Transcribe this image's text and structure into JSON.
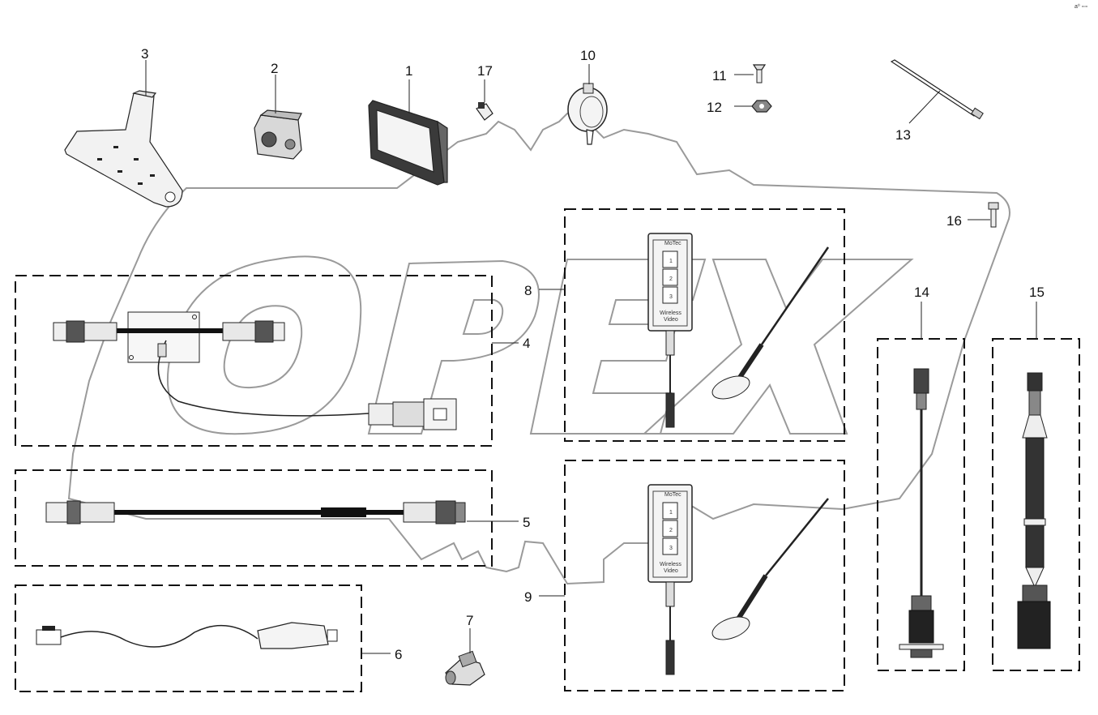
{
  "callouts": {
    "c1": "1",
    "c2": "2",
    "c3": "3",
    "c4": "4",
    "c5": "5",
    "c6": "6",
    "c7": "7",
    "c8": "8",
    "c9": "9",
    "c10": "10",
    "c11": "11",
    "c12": "12",
    "c13": "13",
    "c14": "14",
    "c15": "15",
    "c16": "16",
    "c17": "17"
  },
  "labels": {
    "brand": "MoTec",
    "module_caption_line1": "Wireless",
    "module_caption_line2": "Video",
    "btn1": "1",
    "btn2": "2",
    "btn3": "3",
    "corner_mark": "a⁰ ▫▫▫"
  },
  "watermark": {
    "text": "OPEX",
    "color": "#9a9a9a"
  }
}
